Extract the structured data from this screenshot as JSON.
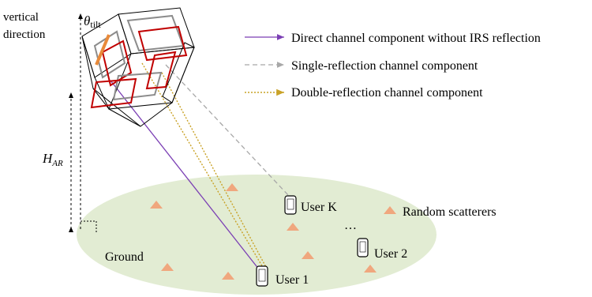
{
  "labels": {
    "vertical_line1": "vertical",
    "vertical_line2": "direction",
    "theta": "θ",
    "theta_sub": "tilt",
    "h_main": "H",
    "h_sub": "AR",
    "ground": "Ground",
    "user1": "User 1",
    "user2": "User 2",
    "userK": "User K",
    "dots": "…",
    "scatterers": "Random scatterers"
  },
  "legend": [
    {
      "label": "Direct channel component without IRS reflection",
      "color": "#7b3fb4",
      "style": "solid"
    },
    {
      "label": "Single-reflection channel component",
      "color": "#a8a8a8",
      "style": "dashed"
    },
    {
      "label": "Double-reflection channel component",
      "color": "#c9a227",
      "style": "dotted"
    }
  ],
  "colors": {
    "ground_fill": "#e2ecd3",
    "scatterer": "#f0a77e",
    "irs_panel": "#c00000",
    "irs_panel_gray": "#8c8c8c",
    "tilt_marker": "#e98a3a"
  }
}
